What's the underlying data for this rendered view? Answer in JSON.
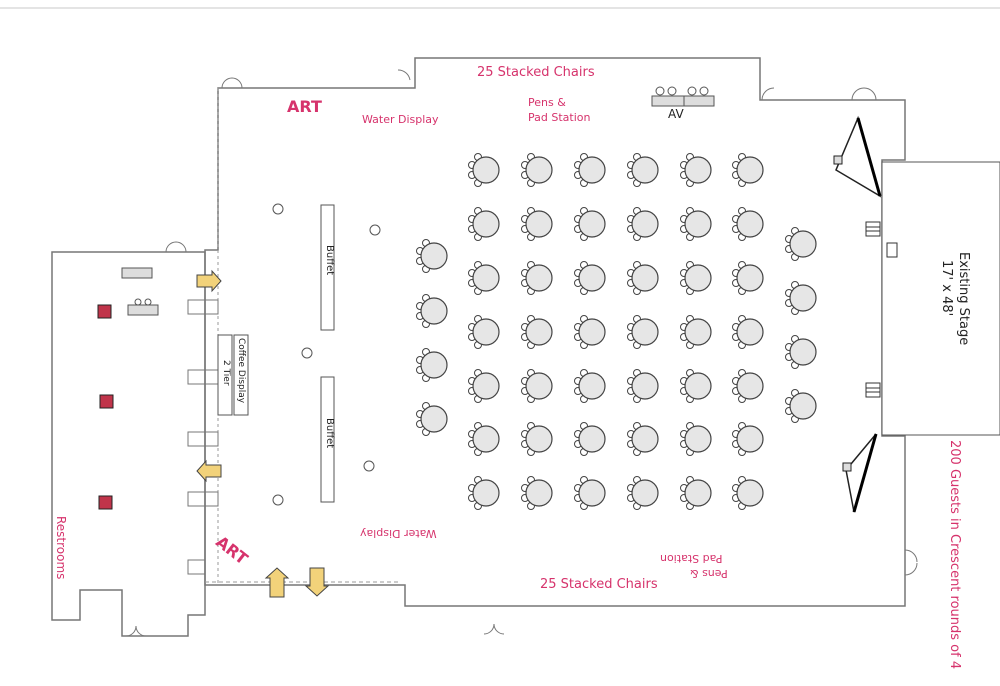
{
  "labels": {
    "art_top": "ART",
    "art_bottom": "ART",
    "water_display_top": "Water Display",
    "water_display_bottom": "Water Display",
    "stacked_chairs_top": "25 Stacked Chairs",
    "stacked_chairs_bottom": "25 Stacked Chairs",
    "pens_pad_top_line1": "Pens &",
    "pens_pad_top_line2": "Pad Station",
    "pens_pad_bottom_line1": "Pens &",
    "pens_pad_bottom_line2": "Pad Station",
    "av": "AV",
    "buffet_1": "Buffet",
    "buffet_2": "Buffet",
    "coffee_display": "Coffee Display",
    "tier": "2 Tier",
    "stage_line1": "Existing Stage",
    "stage_line2": "17' x 48'",
    "restrooms": "Restrooms",
    "guests_note": "200 Guests in Crescent rounds of 4"
  },
  "colors": {
    "accent_text": "#d6336c",
    "wall": "#777777",
    "table_fill": "#e6e6e6",
    "marker_red": "#c0344a",
    "arrow_yellow": "#f2d27a"
  }
}
